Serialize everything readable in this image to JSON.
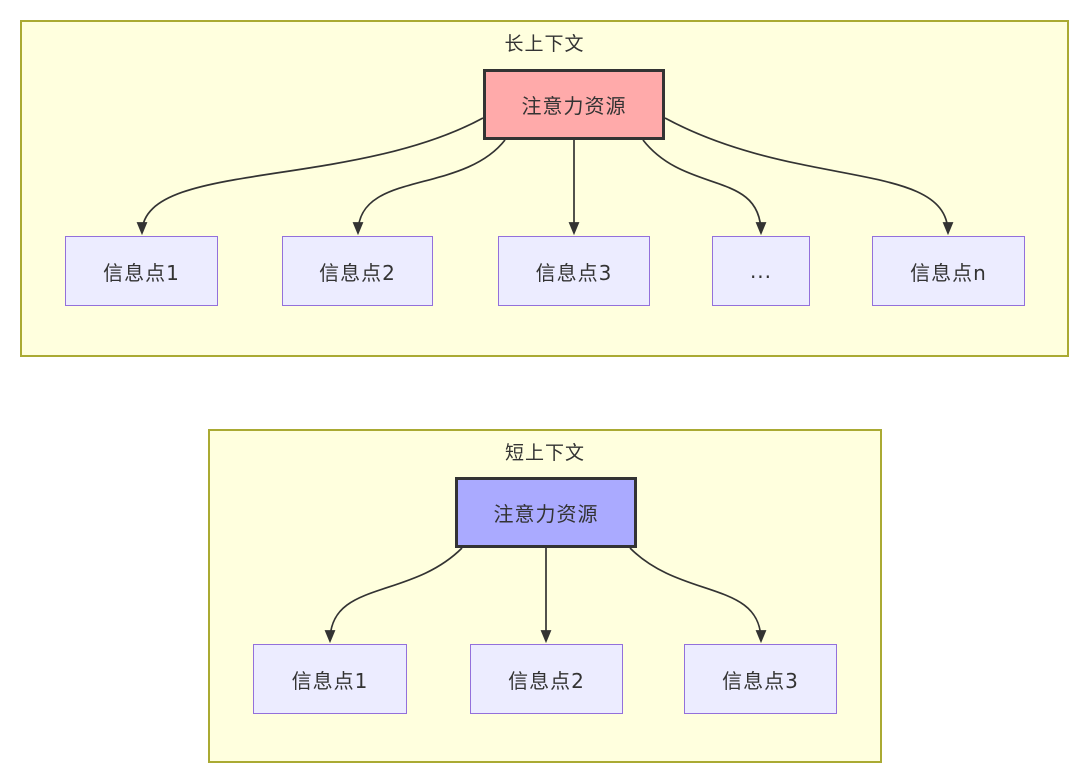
{
  "diagram": {
    "long_context": {
      "title": "长上下文",
      "root_label": "注意力资源",
      "children": [
        {
          "label": "信息点1"
        },
        {
          "label": "信息点2"
        },
        {
          "label": "信息点3"
        },
        {
          "label": "..."
        },
        {
          "label": "信息点n"
        }
      ]
    },
    "short_context": {
      "title": "短上下文",
      "root_label": "注意力资源",
      "children": [
        {
          "label": "信息点1"
        },
        {
          "label": "信息点2"
        },
        {
          "label": "信息点3"
        }
      ]
    },
    "colors": {
      "container_bg": "#ffffde",
      "container_border": "#aaaa33",
      "long_root_bg": "#ffaaaa",
      "short_root_bg": "#aaaaff",
      "root_border": "#333333",
      "info_node_bg": "#ececff",
      "info_node_border": "#9370db",
      "edge": "#333333",
      "text": "#333333"
    }
  }
}
